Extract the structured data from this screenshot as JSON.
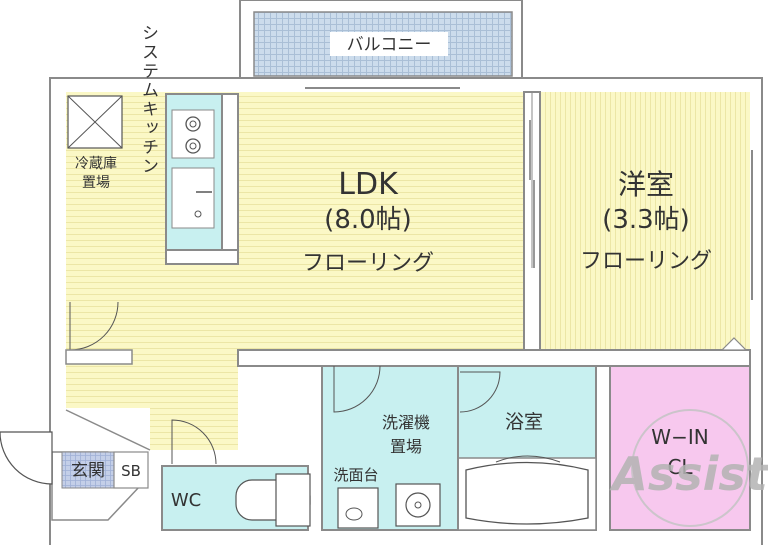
{
  "rooms": {
    "balcony": "バルコニー",
    "ldk": {
      "name": "LDK",
      "size": "(8.0帖)",
      "floor": "フローリング"
    },
    "western": {
      "name": "洋室",
      "size": "(3.3帖)",
      "floor": "フローリング"
    },
    "kitchen": "システムキッチン",
    "fridge_line1": "冷蔵庫",
    "fridge_line2": "置場",
    "entrance": "玄関",
    "shoe_box": "SB",
    "toilet": "WC",
    "laundry_line1": "洗濯機",
    "laundry_line2": "置場",
    "washbasin": "洗面台",
    "bath": "浴室",
    "closet_line1": "W−IN",
    "closet_line2": "CL"
  },
  "watermark": "Assist",
  "colors": {
    "wall": "#8a8a8a",
    "wood_floor": "#fbf8c6",
    "wood_stripe": "#ece6a6",
    "wet_area": "#c8f0f0",
    "closet": "#f7c8ee",
    "balcony": "#ccdcec",
    "entrance_tile": "#c4cfe8",
    "watermark": "#b3b3b3"
  }
}
